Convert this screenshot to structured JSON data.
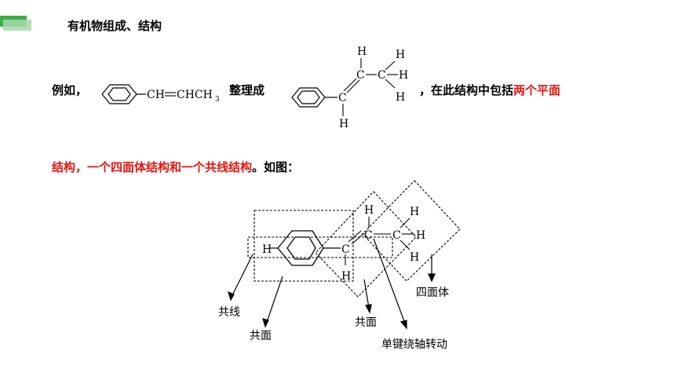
{
  "header": {
    "title": "有机物组成、结构"
  },
  "paragraph": {
    "example_prefix": "例如，",
    "formula_ch": "CH",
    "formula_rest": "CHCH",
    "formula_sub": "3",
    "rearranged": "整理成",
    "phrase_before": "，在此结构中包括",
    "highlight_1": "两个平面",
    "highlight_2": "结构，一个四面体结构和一个共线结构",
    "phrase_after": "。如图："
  },
  "struct2": {
    "atoms": {
      "C": "C",
      "H": "H"
    }
  },
  "diagram": {
    "labels": {
      "collinear": "共线",
      "coplanar_1": "共面",
      "coplanar_2": "共面",
      "rotation": "单键绕轴转动",
      "tetrahedron": "四面体"
    },
    "atoms": {
      "C": "C",
      "H": "H"
    }
  },
  "colors": {
    "accent_green": "#3cae4a",
    "highlight_red": "#e8150f"
  }
}
